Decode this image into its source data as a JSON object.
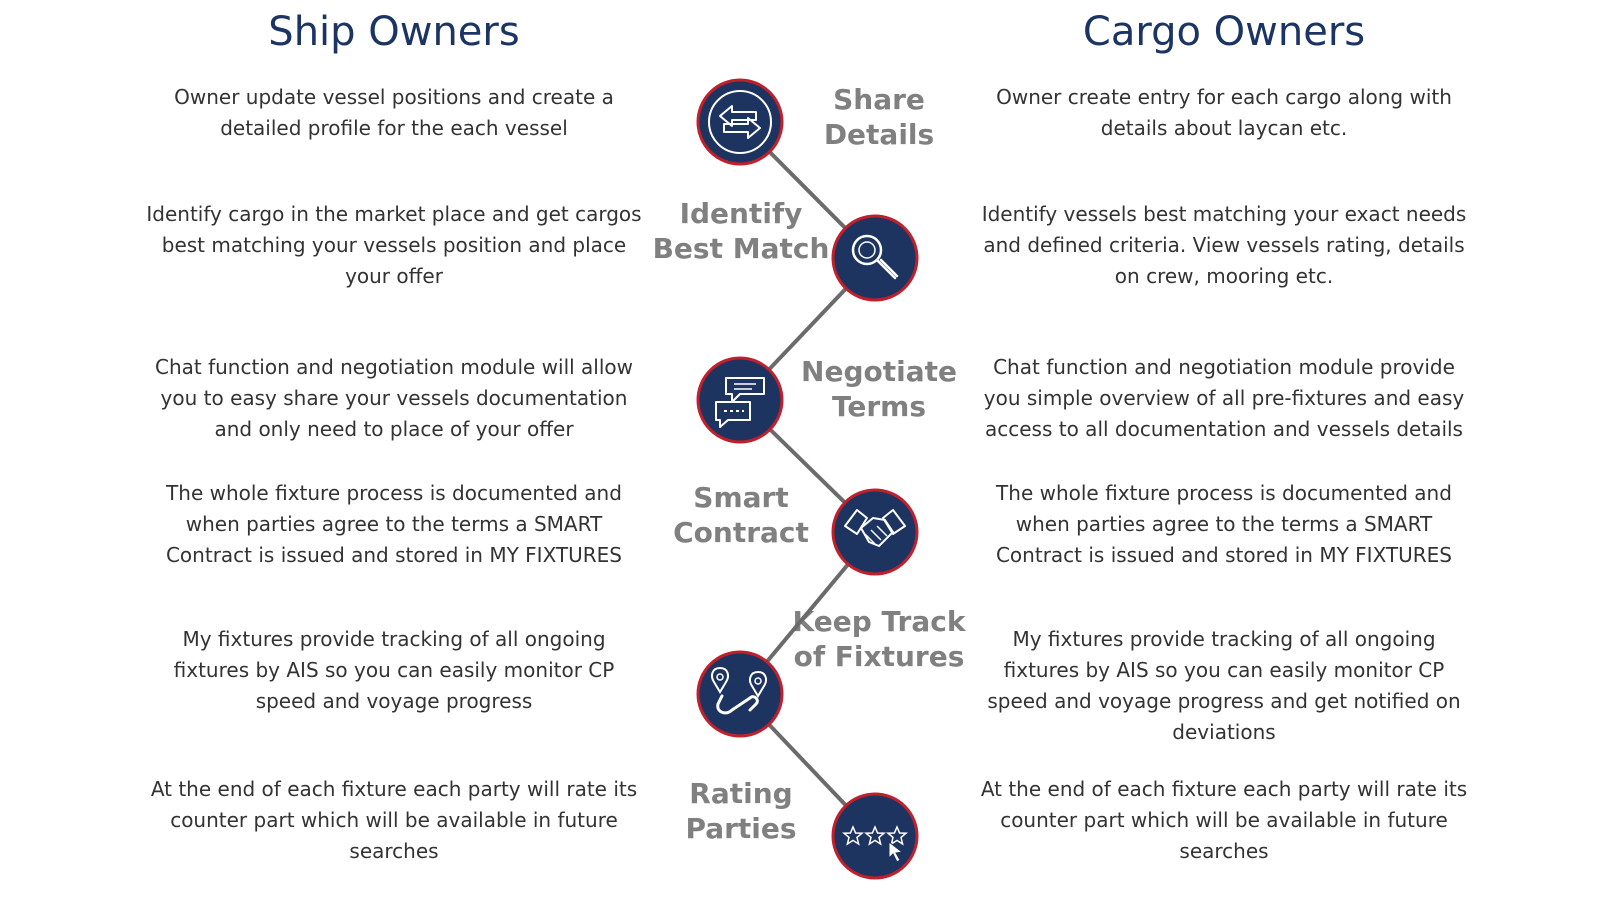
{
  "headers": {
    "left": "Ship Owners",
    "right": "Cargo Owners"
  },
  "colors": {
    "navy": "#1d3461",
    "red": "#c0202c",
    "connector": "#6b6b6b",
    "title": "#1c3464",
    "label": "#808080"
  },
  "steps": [
    {
      "label": "Share Details",
      "icon": "exchange-arrows-icon",
      "ship": "Owner update vessel positions and create a detailed profile for the each vessel",
      "cargo": "Owner create entry for each cargo along with details about laycan etc."
    },
    {
      "label": "Identify Best Match",
      "icon": "magnifier-icon",
      "ship": "Identify cargo in the market place and get cargos best matching your vessels position and place your offer",
      "cargo": "Identify vessels best matching your exact needs and defined criteria. View vessels rating, details on crew, mooring etc."
    },
    {
      "label": "Negotiate Terms",
      "icon": "chat-bubbles-icon",
      "ship": "Chat function and negotiation module will allow you to easy share your vessels documentation and only need to place of your offer",
      "cargo": "Chat function and negotiation module provide you simple overview of all pre-fixtures and easy access to all documentation and vessels details"
    },
    {
      "label": "Smart Contract",
      "icon": "handshake-icon",
      "ship": "The whole fixture process is documented and when parties agree to the terms a SMART Contract is issued and stored in MY FIXTURES",
      "cargo": "The whole fixture process is documented and when parties agree to the terms a SMART Contract is issued and stored in MY FIXTURES"
    },
    {
      "label": "Keep Track of Fixtures",
      "icon": "route-pins-icon",
      "ship": "My fixtures provide tracking of all ongoing fixtures by AIS so you can easily monitor CP speed and voyage progress",
      "cargo": "My fixtures provide tracking of all ongoing fixtures by AIS so you can easily monitor CP speed and voyage progress and get notified on deviations"
    },
    {
      "label": "Rating Parties",
      "icon": "stars-rating-icon",
      "ship": "At the end of each fixture each party will rate its counter part which will be available in future searches",
      "cargo": "At the end of each fixture each party will rate its counter part which will be available in future searches"
    }
  ]
}
